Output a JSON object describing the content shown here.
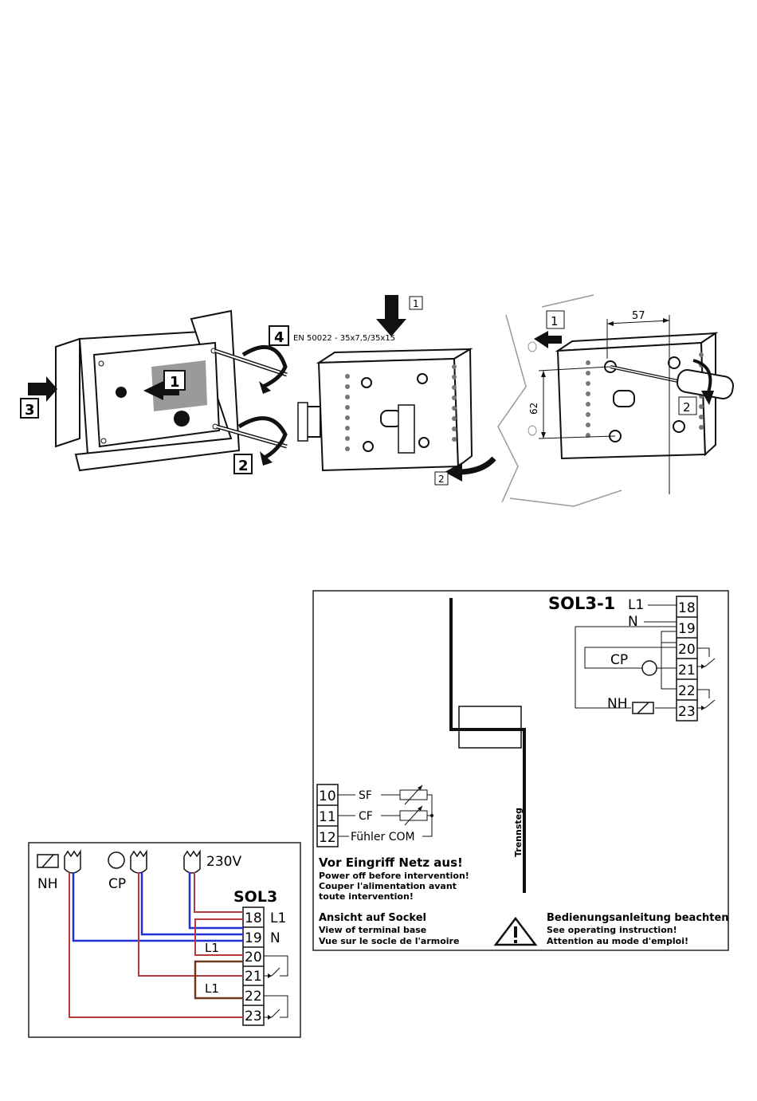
{
  "illustration": {
    "step_left_1": "1",
    "step_left_2": "2",
    "step_left_3": "3",
    "step_mid_4": "4",
    "step_mid_1": "1",
    "step_mid_2": "2",
    "rail_spec": "EN 50022 - 35x7,5/35x15",
    "step_right_1": "1",
    "step_right_2": "2",
    "dim_width": "57",
    "dim_height": "62"
  },
  "sol31": {
    "title": "SOL3-1",
    "terminals": [
      "18",
      "19",
      "20",
      "21",
      "22",
      "23"
    ],
    "labels": {
      "l1": "L1",
      "n": "N",
      "cp": "CP",
      "nh": "NH"
    },
    "sensors": [
      {
        "num": "10",
        "label": "SF"
      },
      {
        "num": "11",
        "label": "CF"
      },
      {
        "num": "12",
        "label": "Fühler COM"
      }
    ],
    "trennsteg": "Trennsteg",
    "warning_de": "Vor Eingriff Netz aus!",
    "warning_en": "Power off before intervention!",
    "warning_fr1": "Couper l'alimentation avant",
    "warning_fr2": "toute intervention!",
    "view_de": "Ansicht auf Sockel",
    "view_en": "View of terminal base",
    "view_fr": "Vue sur le socle de l'armoire",
    "manual_de": "Bedienungsanleitung beachten!",
    "manual_en": "See operating instruction!",
    "manual_fr": "Attention au mode d'emploi!"
  },
  "sol3": {
    "title": "SOL3",
    "terminals": [
      "18",
      "19",
      "20",
      "21",
      "22",
      "23"
    ],
    "labels": {
      "nh": "NH",
      "cp": "CP",
      "v230": "230V",
      "l1": "L1",
      "n": "N",
      "l1_b": "L1",
      "l1_c": "L1"
    },
    "colors": {
      "blue": "#1f2fd6",
      "red": "#b53a3a",
      "brown": "#6b3a1e"
    }
  }
}
